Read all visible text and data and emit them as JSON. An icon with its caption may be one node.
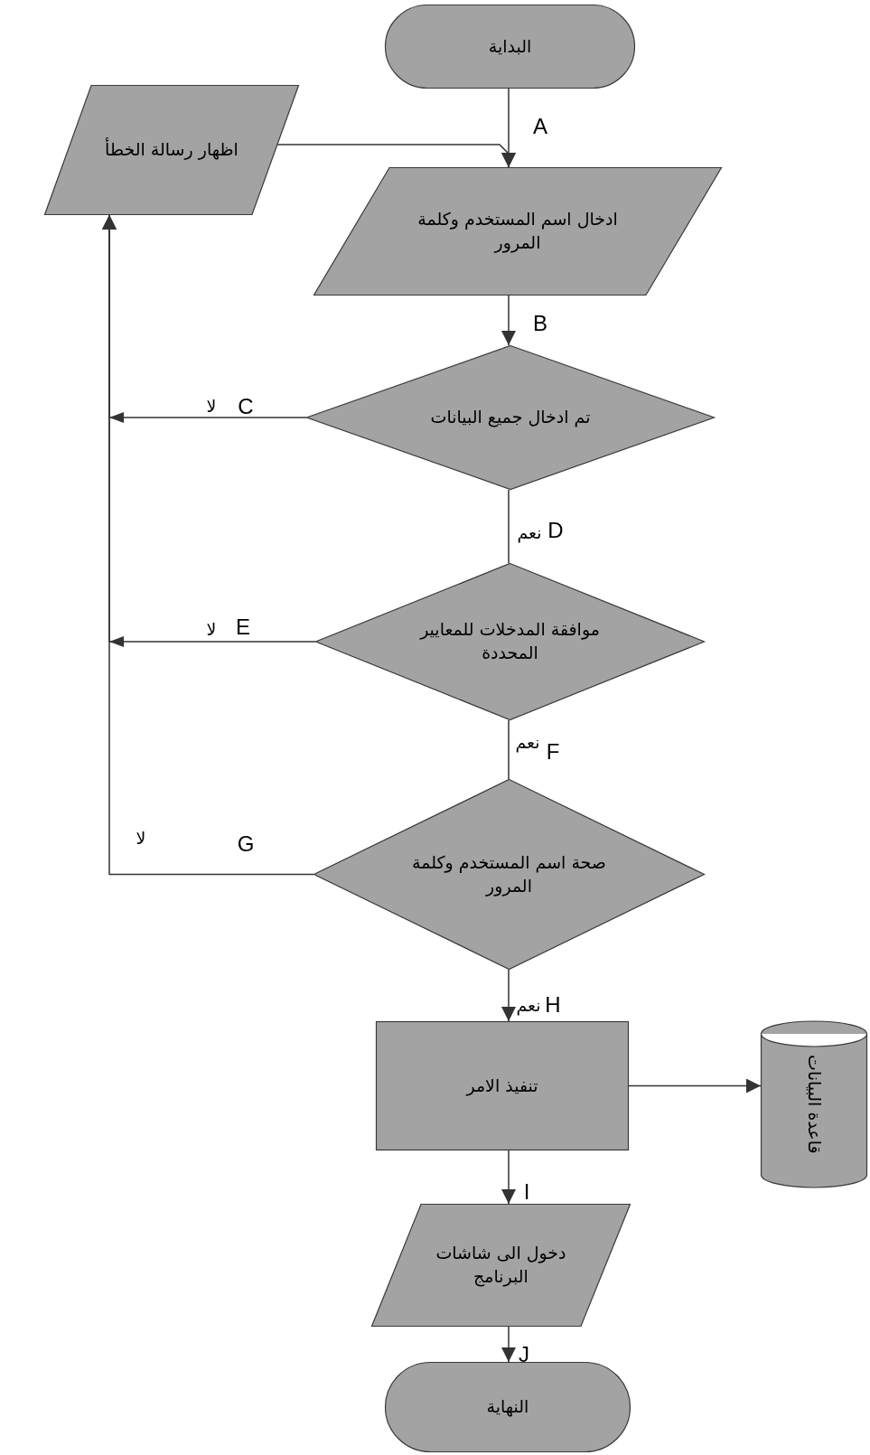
{
  "diagram": {
    "nodes": [
      {
        "text": [
          "البداية"
        ]
      },
      {
        "text": [
          "اظهار رسالة الخطأ"
        ]
      },
      {
        "text": [
          "ادخال اسم المستخدم وكلمة المرور"
        ]
      },
      {
        "text": [
          "تم ادخال جميع البيانات"
        ]
      },
      {
        "text": [
          "موافقة المدخلات للمعايير المحددة"
        ]
      },
      {
        "text": [
          "صحة اسم المستخدم وكلمة المرور"
        ]
      },
      {
        "text": [
          "تنفيذ الامر"
        ]
      },
      {
        "text": [
          "قاعدة البيانات"
        ]
      },
      {
        "text": [
          "دخول الى شاشات البرنامج"
        ]
      },
      {
        "text": [
          "النهاية"
        ]
      }
    ],
    "edges": [
      {
        "from": 0,
        "to": 2,
        "arrow": "to",
        "label": "A"
      },
      {
        "from": 1,
        "to": 2,
        "arrow": "to"
      },
      {
        "from": 2,
        "to": 3,
        "arrow": "to",
        "label": "B"
      },
      {
        "from": 3,
        "to": 1,
        "arrow": "to",
        "label": "C"
      },
      {
        "from": 3,
        "to": 4,
        "arrow": "none",
        "label": "D"
      },
      {
        "from": 4,
        "to": 1,
        "arrow": "to",
        "label": "E"
      },
      {
        "from": 4,
        "to": 5,
        "arrow": "none",
        "label": "F"
      },
      {
        "from": 5,
        "to": 1,
        "arrow": "to",
        "label": "G"
      },
      {
        "from": 5,
        "to": 6,
        "arrow": "to",
        "label": "H"
      },
      {
        "from": 6,
        "to": 7,
        "arrow": "to"
      },
      {
        "from": 6,
        "to": 8,
        "arrow": "to",
        "label": "I"
      },
      {
        "from": 8,
        "to": 9,
        "arrow": "to",
        "label": "J"
      }
    ],
    "labels": [
      "لا",
      "نعم",
      "لا",
      "نعم",
      "لا",
      "نعم"
    ]
  }
}
